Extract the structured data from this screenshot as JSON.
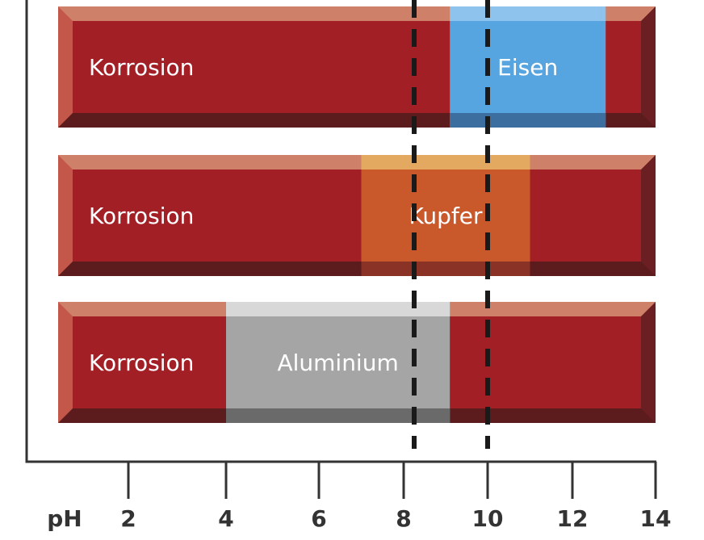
{
  "chart_data": {
    "type": "bar",
    "xlabel": "pH",
    "xticks": [
      2,
      4,
      6,
      8,
      10,
      12,
      14
    ],
    "xlim": [
      0,
      14
    ],
    "grid": false,
    "corrosion_label": "Korrosion",
    "rows": [
      {
        "metal": "Eisen",
        "passive_range": [
          9.1,
          12.8
        ],
        "color": "#57a5e0",
        "top_color": "#8ec3ee",
        "bottom_color": "#3c6fa0"
      },
      {
        "metal": "Kupfer",
        "passive_range": [
          7.0,
          11.0
        ],
        "color": "#c9582b",
        "top_color": "#e3a961",
        "bottom_color": "#8a3226"
      },
      {
        "metal": "Aluminium",
        "passive_range": [
          4.0,
          9.1
        ],
        "color": "#a5a5a5",
        "top_color": "#d8d8d8",
        "bottom_color": "#6a6a6a"
      }
    ],
    "reference_lines": [
      8.25,
      10.0
    ],
    "colors": {
      "corrosion": "#a31f26",
      "corrosion_top": "#cf8068",
      "corrosion_bottom": "#5c1b1c",
      "axis": "#333333",
      "reference": "#1a1a1a"
    }
  }
}
